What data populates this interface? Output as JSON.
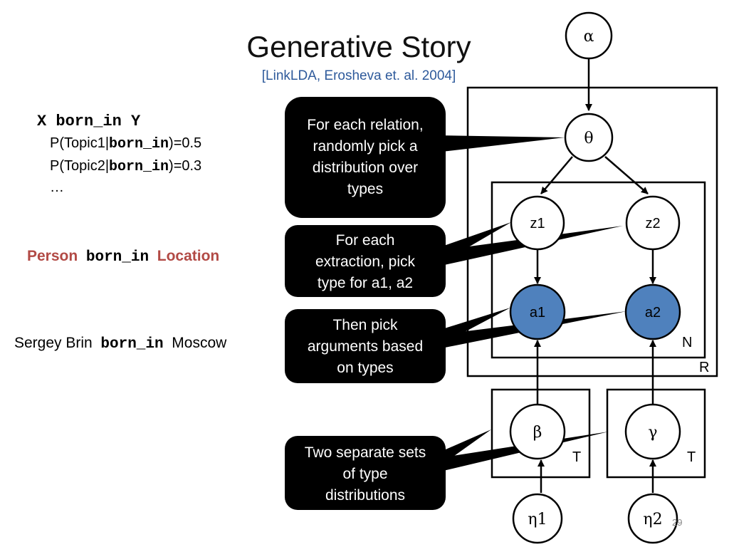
{
  "title": "Generative Story",
  "citation": "[LinkLDA, Erosheva et. al. 2004]",
  "left": {
    "relation_line": "X born_in Y",
    "prob1_prefix": "P(Topic1|",
    "prob1_rel": "born_in",
    "prob1_suffix": ")=0.5",
    "prob2_prefix": "P(Topic2|",
    "prob2_rel": "born_in",
    "prob2_suffix": ")=0.3",
    "ellipsis": "…",
    "person": "Person",
    "person_rel": "born_in",
    "location": "Location",
    "sergey": "Sergey Brin",
    "sergey_rel": "born_in",
    "moscow": "Moscow"
  },
  "callouts": {
    "c1": [
      "For each relation,",
      "randomly pick a",
      "distribution over",
      "types"
    ],
    "c2": [
      "For each",
      "extraction, pick",
      "type for a1, a2"
    ],
    "c3": [
      "Then pick",
      "arguments based",
      "on types"
    ],
    "c4": [
      "Two separate sets",
      "of type",
      "distributions"
    ]
  },
  "nodes": {
    "alpha": "α",
    "theta": "θ",
    "z1": "z1",
    "z2": "z2",
    "a1": "a1",
    "a2": "a2",
    "beta": "β",
    "gamma": "γ",
    "eta1": "η1",
    "eta2": "η2"
  },
  "plates": {
    "R": "R",
    "N": "N",
    "T1": "T",
    "T2": "T"
  },
  "page_number": "29",
  "colors": {
    "observed_fill": "#4f81bd",
    "citation": "#2e5a9b",
    "highlight_red": "#b24a45",
    "callout_fill": "#000000"
  }
}
